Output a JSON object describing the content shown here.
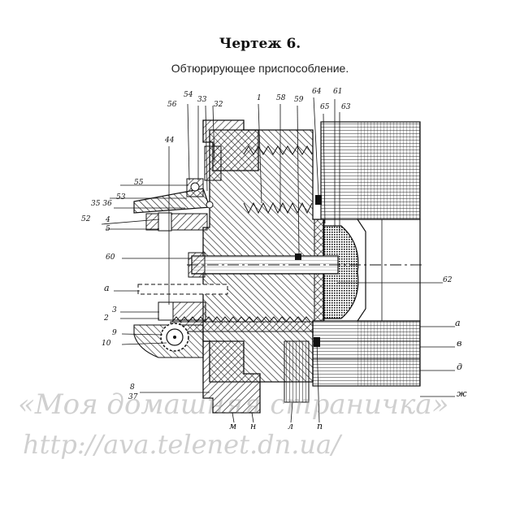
{
  "title": "Чертеж 6.",
  "subtitle": "Обтюрирующее приспособление.",
  "labels": {
    "l1": "1",
    "l58": "58",
    "l59": "59",
    "l64": "64",
    "l61": "61",
    "l65": "65",
    "l63": "63",
    "l54": "54",
    "l33": "33",
    "l56": "56",
    "l32": "32",
    "l44": "44",
    "l55": "55",
    "l53": "53",
    "l3536": "35 36",
    "l52": "52",
    "l4": "4",
    "l5": "5",
    "l60": "60",
    "la": "а",
    "l62": "62",
    "l3": "3",
    "l2": "2",
    "l9": "9",
    "l10": "10",
    "l8": "8",
    "l37": "37",
    "ra": "а",
    "rv": "в",
    "rd": "д",
    "rzh": "ж",
    "bm": "м",
    "bn": "н",
    "bl": "л",
    "bp": "п"
  },
  "watermark": {
    "line1": "«Моя домашняя страничка»",
    "line2": "http://ava.telenet.dn.ua/"
  }
}
